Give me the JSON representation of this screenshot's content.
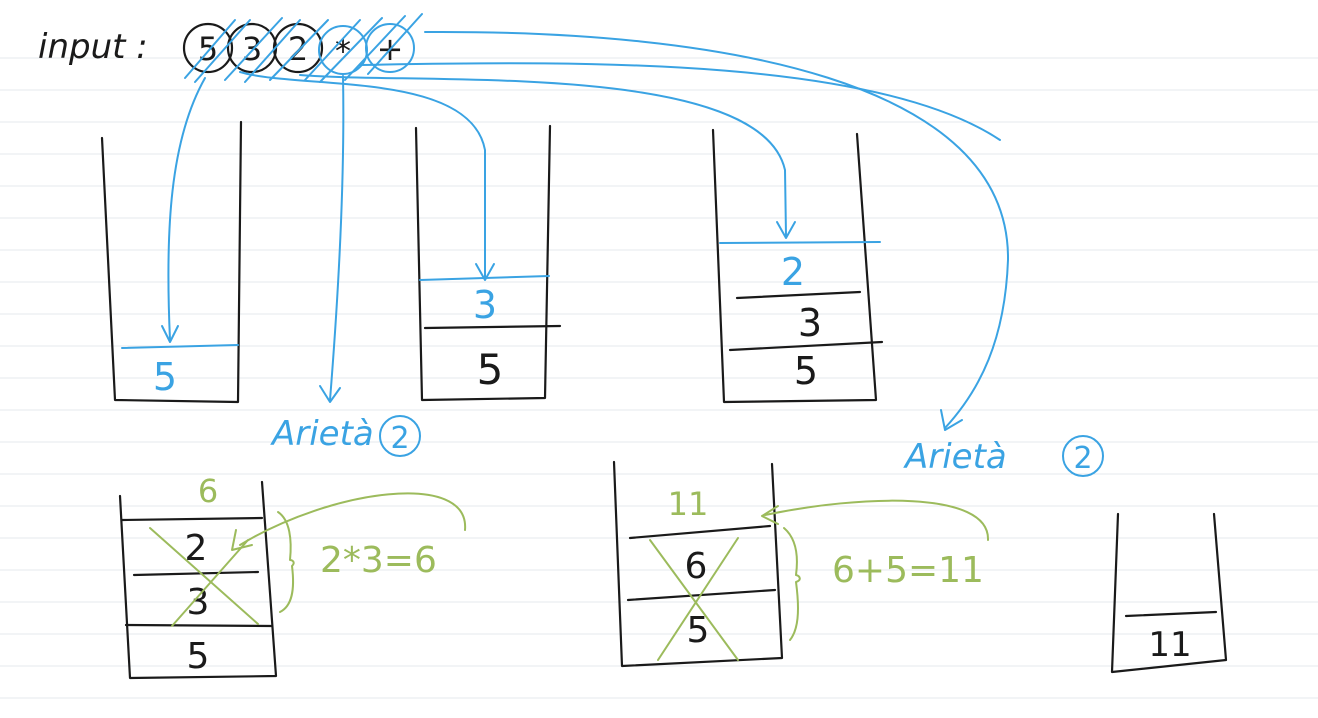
{
  "input": {
    "label": "input :",
    "tokens": [
      "5",
      "3",
      "2",
      "*",
      "+"
    ]
  },
  "stack1": {
    "top": "5"
  },
  "stack2": {
    "top": "3",
    "bottom": "5"
  },
  "stack3": {
    "top": "2",
    "middle": "3",
    "bottom": "5"
  },
  "arity_mul": {
    "label": "Arietà",
    "value": "2"
  },
  "arity_add": {
    "label": "Arietà",
    "value": "2"
  },
  "stack4": {
    "result": "6",
    "top": "2",
    "middle": "3",
    "bottom": "5",
    "equation": "2*3=6"
  },
  "stack5": {
    "result": "11",
    "top": "6",
    "bottom": "5",
    "equation": "6+5=11"
  },
  "stack6": {
    "value": "11"
  },
  "colors": {
    "blue": "#3aa3e3",
    "green": "#9cbb5c",
    "black": "#1a1a1a"
  }
}
